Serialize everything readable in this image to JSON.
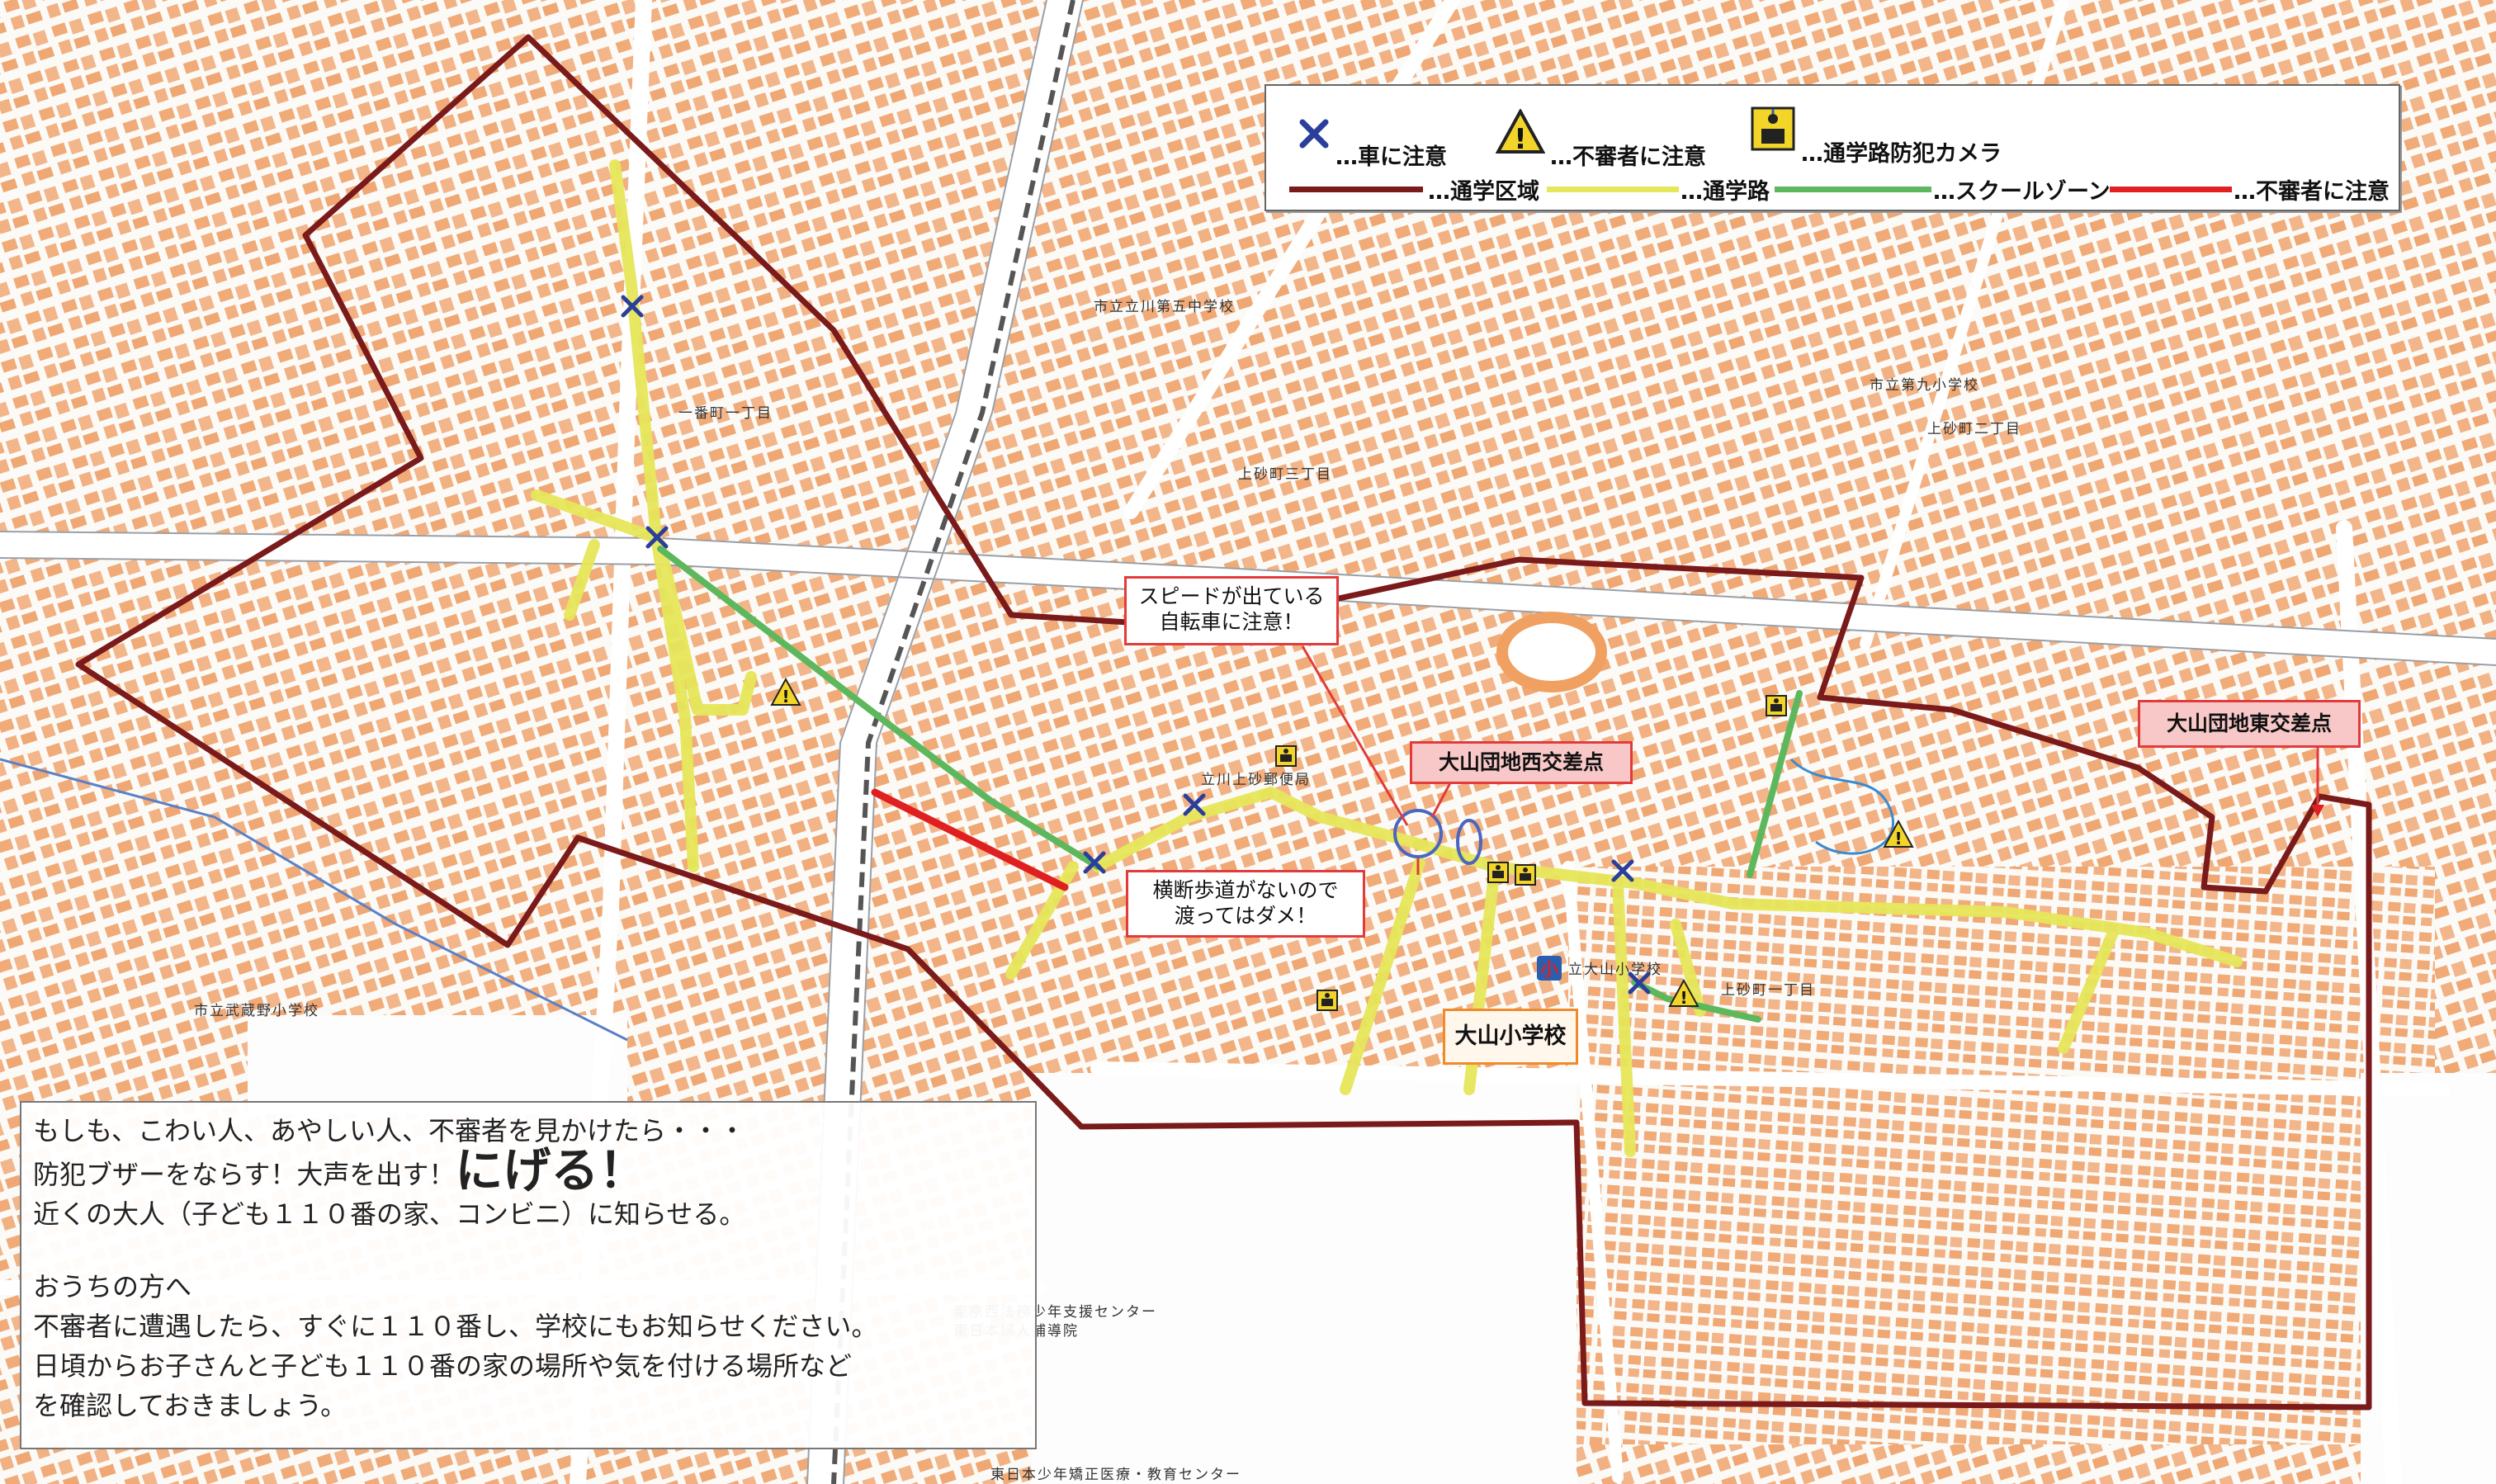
{
  "legend": {
    "car_caution": "…車に注意",
    "suspicious_caution": "…不審者に注意",
    "camera": "…通学路防犯カメラ",
    "school_area": "…通学区域",
    "school_route": "…通学路",
    "school_zone": "…スクールゾーン",
    "suspicious_line": "…不審者に注意",
    "colors": {
      "school_area": "#7a1a1a",
      "school_route": "#e6e65a",
      "school_zone": "#5db85d",
      "suspicious": "#e02020",
      "car_x": "#2a3f9a"
    }
  },
  "callouts": {
    "bicycle_line1": "スピードが出ている",
    "bicycle_line2": "自転車に注意！",
    "west_intersection": "大山団地西交差点",
    "east_intersection": "大山団地東交差点",
    "crosswalk_line1": "横断歩道がないので",
    "crosswalk_line2": "渡ってはダメ！"
  },
  "school_label": "大山小学校",
  "place_labels": {
    "ichibancho": "一番町一丁目",
    "daigo_chu": "市立立川第五中学校",
    "kamisuna3": "上砂町三丁目",
    "daikyu_sho": "市立第九小学校",
    "kamisuna2": "上砂町二丁目",
    "post_office": "立川上砂郵便局",
    "oyama_sho": "立大山小学校",
    "kamisuna1": "上砂町一丁目",
    "musashino_sho": "市立武蔵野小学校",
    "homu_center": "東京西法務少年支援センター",
    "fujin_hodoin": "東日本婦人補導院",
    "iryo_center": "東日本少年矯正医療・教育センター"
  },
  "notice": {
    "line1": "もしも、こわい人、あやしい人、不審者を見かけたら・・・",
    "line2a": "防犯ブザーをならす！大声を出す！",
    "line2b": "にげる！",
    "line3": "近くの大人（子ども１１０番の家、コンビニ）に知らせる。",
    "line4": "おうちの方へ",
    "line5": "不審者に遭遇したら、すぐに１１０番し、学校にもお知らせください。",
    "line6": "日頃からお子さんと子ども１１０番の家の場所や気を付ける場所など",
    "line7": "を確認しておきましょう。"
  }
}
